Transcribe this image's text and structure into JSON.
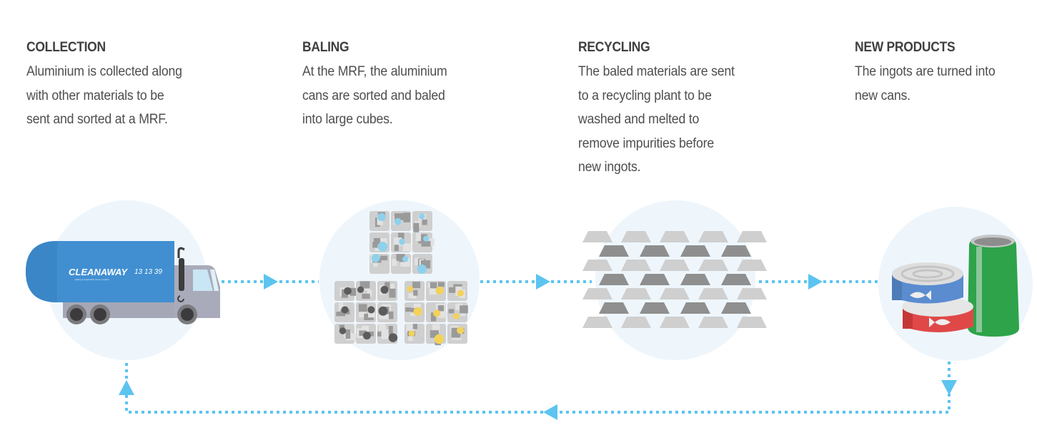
{
  "steps": [
    {
      "title": "COLLECTION",
      "lines": [
        "Aluminium is collected along",
        "with other materials to be",
        "sent and sorted at a MRF."
      ],
      "icon": "garbage-truck-icon"
    },
    {
      "title": "BALING",
      "lines": [
        "At the MRF, the aluminium",
        "cans are sorted and baled",
        "into large cubes."
      ],
      "icon": "bales-icon"
    },
    {
      "title": "RECYCLING",
      "lines": [
        "The baled materials are sent",
        "to a recycling plant to be",
        "washed and melted to",
        "remove impurities before",
        "new ingots."
      ],
      "icon": "ingots-icon"
    },
    {
      "title": "NEW PRODUCTS",
      "lines": [
        "The ingots are turned into",
        "new cans."
      ],
      "icon": "cans-icon"
    }
  ],
  "truck": {
    "brand": "CLEANAWAY",
    "tagline": "making a sustainable future possible",
    "phone": "13 13 39"
  },
  "colors": {
    "circle_bg": "#eef6fc",
    "arrow": "#5bc4ef",
    "truck_body": "#418fd1",
    "truck_cab": "#a9a9b8",
    "ingot_light": "#cfcfcf",
    "ingot_dark": "#8f8f8f",
    "tin_blue": "#5a8ccf",
    "tin_red": "#e04848",
    "can_green": "#2ea34a",
    "bale_blue": "#8fd1ec",
    "bale_dark": "#5c5c5c",
    "bale_yellow": "#f3d25a"
  }
}
